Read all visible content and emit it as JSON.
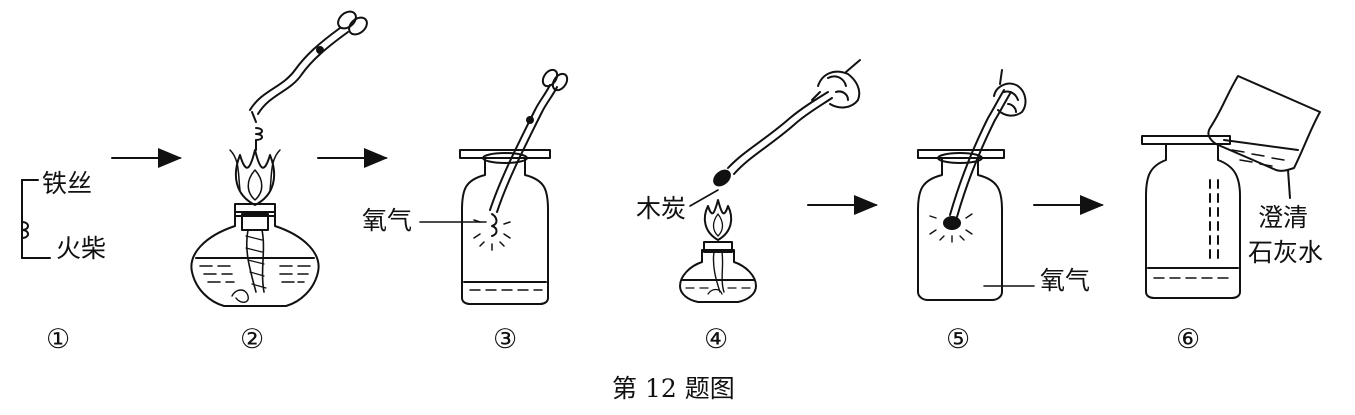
{
  "labels": {
    "iron_wire": "铁丝",
    "match": "火柴",
    "oxygen_3": "氧气",
    "charcoal": "木炭",
    "oxygen_5": "氧气",
    "limewater_line1": "澄清",
    "limewater_line2": "石灰水"
  },
  "steps": [
    "①",
    "②",
    "③",
    "④",
    "⑤",
    "⑥"
  ],
  "caption": "第 12 题图"
}
